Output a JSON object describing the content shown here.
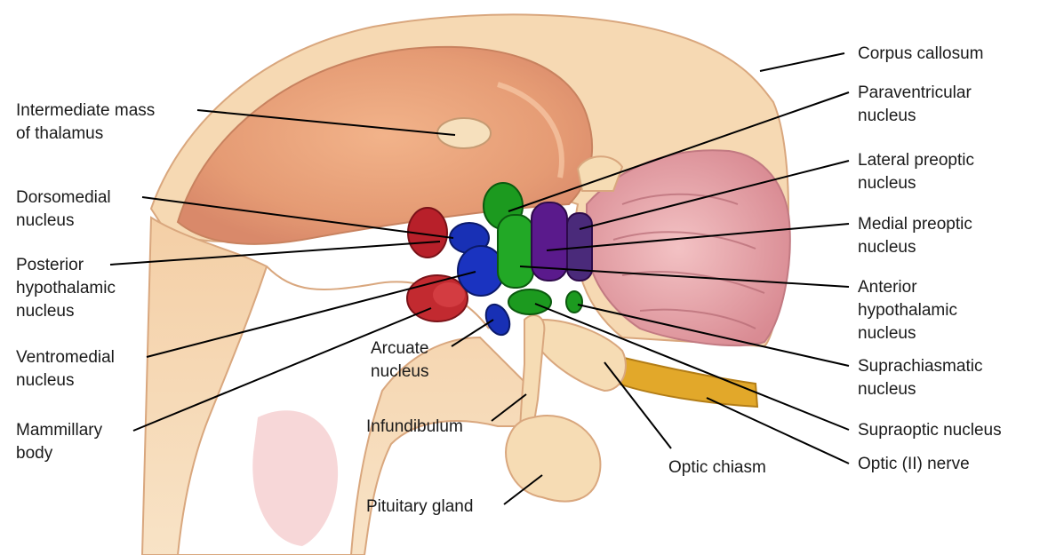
{
  "labels": {
    "intermediate_mass": [
      "Intermediate mass",
      "of thalamus"
    ],
    "dorsomedial": [
      "Dorsomedial",
      "nucleus"
    ],
    "posterior_hypothalamic": [
      "Posterior",
      "hypothalamic",
      "nucleus"
    ],
    "ventromedial": [
      "Ventromedial",
      "nucleus"
    ],
    "mammillary": [
      "Mammillary",
      "body"
    ],
    "arcuate": [
      "Arcuate",
      "nucleus"
    ],
    "infundibulum": [
      "Infundibulum"
    ],
    "pituitary": [
      "Pituitary gland"
    ],
    "optic_chiasm": [
      "Optic chiasm"
    ],
    "corpus_callosum": [
      "Corpus callosum"
    ],
    "paraventricular": [
      "Paraventricular",
      "nucleus"
    ],
    "lateral_preoptic": [
      "Lateral preoptic",
      "nucleus"
    ],
    "medial_preoptic": [
      "Medial preoptic",
      "nucleus"
    ],
    "anterior_hypothalamic": [
      "Anterior",
      "hypothalamic",
      "nucleus"
    ],
    "suprachiasmatic": [
      "Suprachiasmatic",
      "nucleus"
    ],
    "supraoptic": [
      "Supraoptic nucleus"
    ],
    "optic_nerve": [
      "Optic (II) nerve"
    ]
  },
  "colors": {
    "tissue_light": "#f6dcb4",
    "tissue_mid": "#e9a77c",
    "tissue_dark": "#d98c6a",
    "cortex_pink": "#e7a3a6",
    "nucleus_green": "#1c9a1f",
    "nucleus_blue": "#1830b5",
    "nucleus_red": "#b8202a",
    "nucleus_purple": "#5a1a8c",
    "nerve_yellow": "#e2a82a",
    "leader_line": "#000000"
  }
}
